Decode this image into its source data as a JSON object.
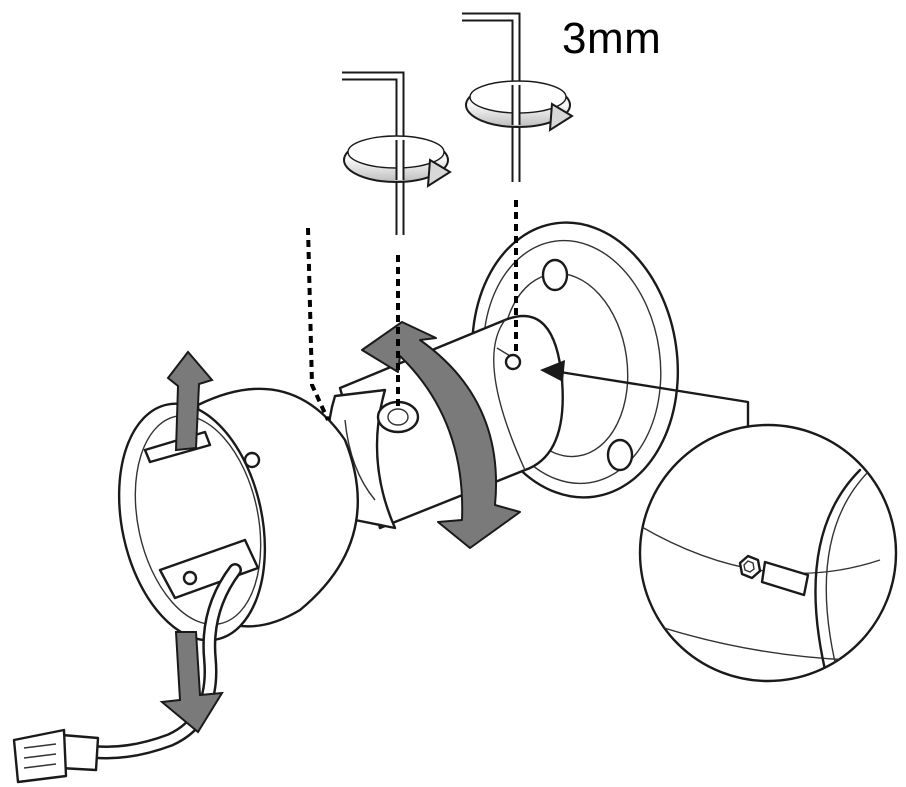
{
  "diagram": {
    "tool_size_label": "3mm",
    "colors": {
      "line": "#1a1a1a",
      "arrow_gray": "#7a7a7a",
      "rotate_arrow_light": "#c8c8c8",
      "background": "#ffffff"
    },
    "icons": [
      "hex-key",
      "rotate-arrow",
      "up-down-arrow",
      "pointer-arrow",
      "magnifier-callout",
      "rj45-connector"
    ]
  }
}
